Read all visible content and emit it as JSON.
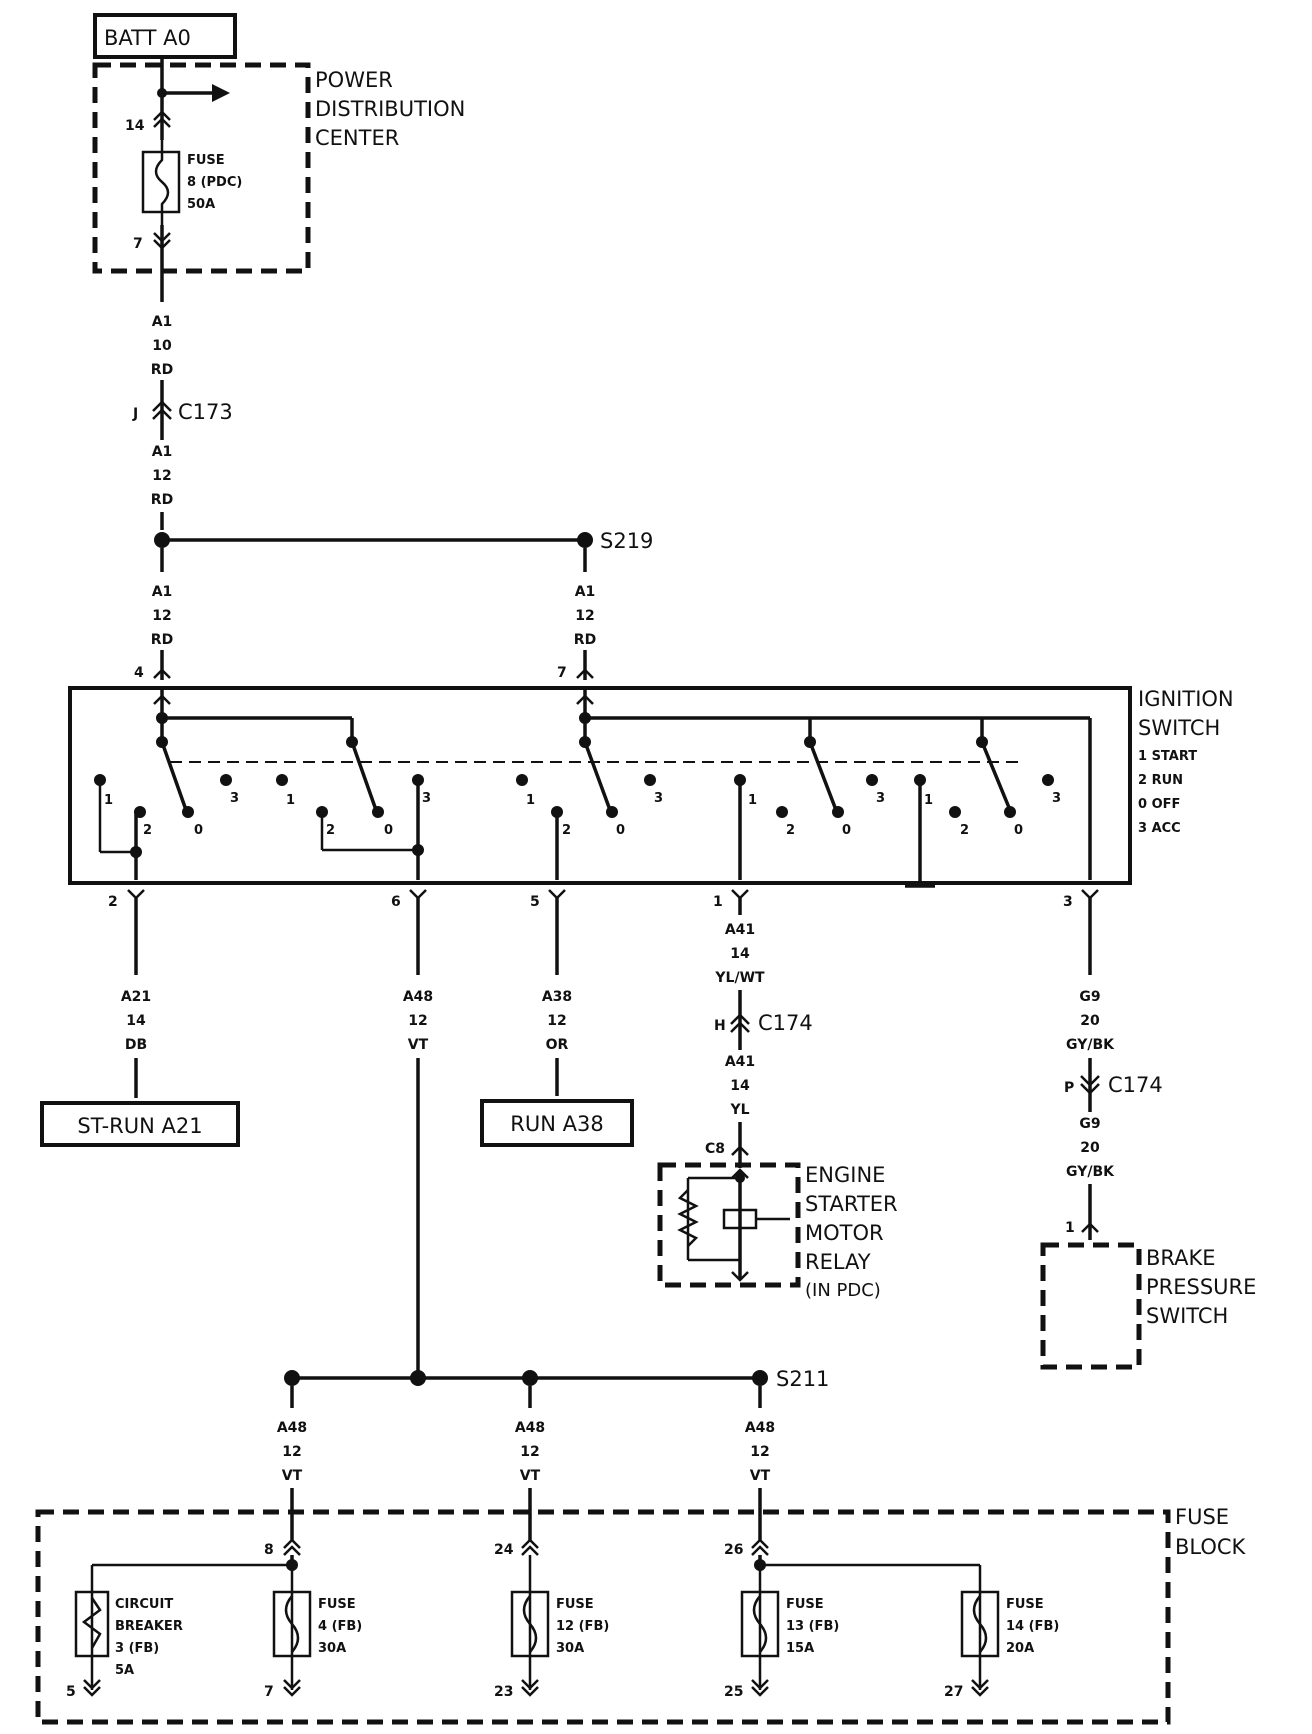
{
  "sources": {
    "batt": "BATT A0",
    "st_run": "ST-RUN A21",
    "run": "RUN A38"
  },
  "pdc": {
    "title": [
      "POWER",
      "DISTRIBUTION",
      "CENTER"
    ],
    "fuse": [
      "FUSE",
      "8 (PDC)",
      "50A"
    ],
    "pin_in": "14",
    "pin_out": "7"
  },
  "wires": {
    "a1_10": [
      "A1",
      "10",
      "RD"
    ],
    "a1_12": [
      "A1",
      "12",
      "RD"
    ],
    "a21": [
      "A21",
      "14",
      "DB"
    ],
    "a48": [
      "A48",
      "12",
      "VT"
    ],
    "a38": [
      "A38",
      "12",
      "OR"
    ],
    "a41_top": [
      "A41",
      "14",
      "YL/WT"
    ],
    "a41_bot": [
      "A41",
      "14",
      "YL"
    ],
    "g9": [
      "G9",
      "20",
      "GY/BK"
    ]
  },
  "connectors": {
    "c173": "C173",
    "c173_pin": "J",
    "c174": "C174",
    "c174_pin_h": "H",
    "c174_pin_p": "P",
    "c8": "C8"
  },
  "splices": {
    "s219": "S219",
    "s211": "S211"
  },
  "ignition": {
    "title": [
      "IGNITION",
      "SWITCH"
    ],
    "legend": [
      "1 START",
      "2 RUN",
      "0 OFF",
      "3 ACC"
    ],
    "pins_top": [
      "4",
      "7"
    ],
    "pins_bottom": [
      "2",
      "6",
      "5",
      "1",
      "3"
    ],
    "positions": [
      "1",
      "2",
      "0",
      "3"
    ]
  },
  "relay": {
    "title": [
      "ENGINE",
      "STARTER",
      "MOTOR",
      "RELAY",
      "(IN PDC)"
    ]
  },
  "brake": {
    "title": [
      "BRAKE",
      "PRESSURE",
      "SWITCH"
    ],
    "pin": "1"
  },
  "fuse_block": {
    "title": [
      "FUSE",
      "BLOCK"
    ],
    "breaker": [
      "CIRCUIT",
      "BREAKER",
      "3 (FB)",
      "5A"
    ],
    "fuse4": [
      "FUSE",
      "4 (FB)",
      "30A"
    ],
    "fuse12": [
      "FUSE",
      "12 (FB)",
      "30A"
    ],
    "fuse13": [
      "FUSE",
      "13 (FB)",
      "15A"
    ],
    "fuse14": [
      "FUSE",
      "14 (FB)",
      "20A"
    ],
    "pins": [
      "8",
      "24",
      "26",
      "5",
      "7",
      "23",
      "25",
      "27"
    ]
  }
}
